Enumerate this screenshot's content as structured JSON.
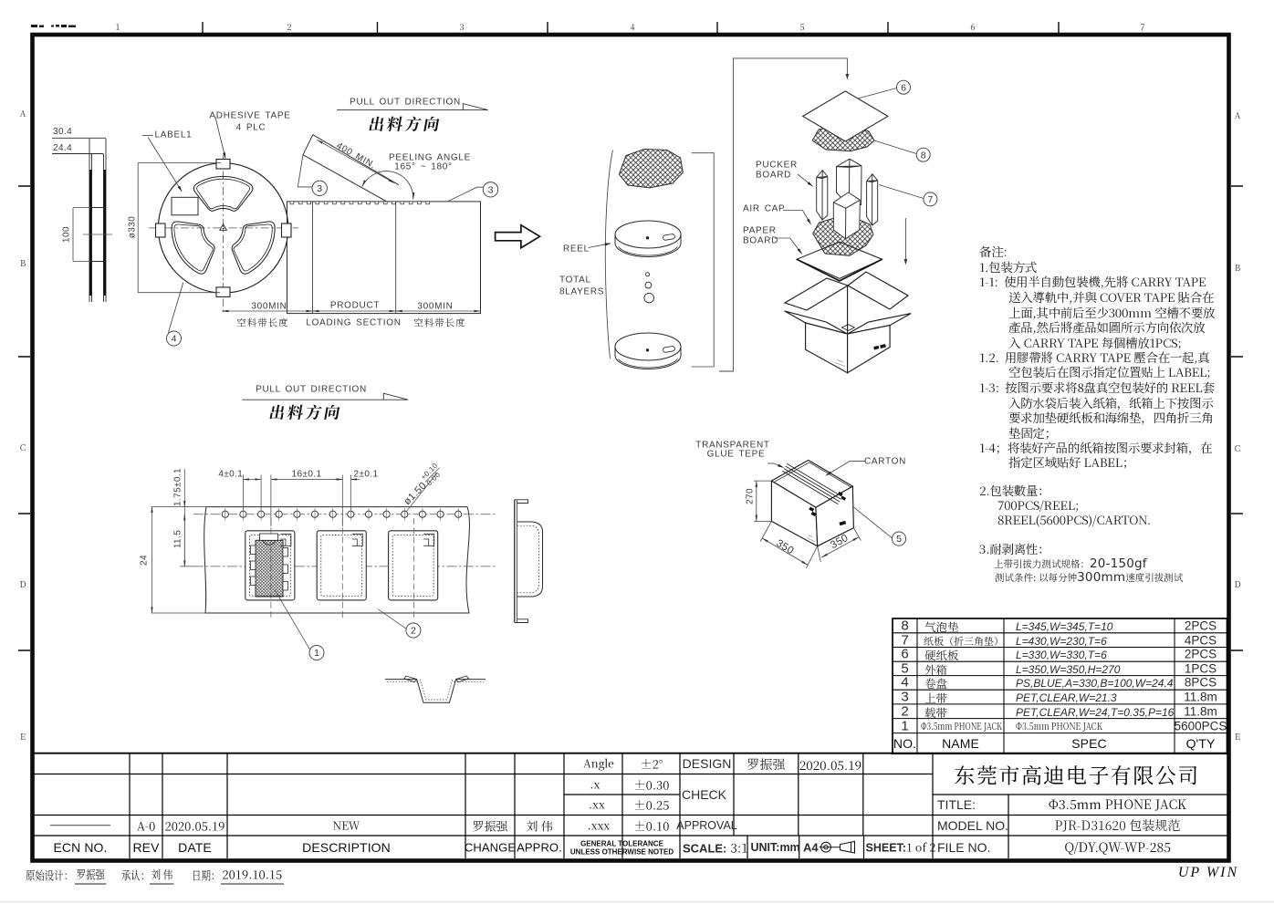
{
  "frame": {
    "zone_cols": [
      "1",
      "2",
      "3",
      "4",
      "5",
      "6",
      "7"
    ],
    "zone_rows": [
      "A",
      "B",
      "C",
      "D",
      "E"
    ],
    "watermark": "UP WIN"
  },
  "reel_side": {
    "dim_outer": "30.4",
    "dim_inner": "24.4",
    "dim_hub": "100"
  },
  "reel_front": {
    "dim_diameter": "ø330",
    "label1": "LABEL1",
    "adhesive1": "ADHESIVE TAPE",
    "adhesive2": "4 PLC",
    "balloon": "4"
  },
  "pull_out_top": {
    "en": "PULL OUT DIRECTION",
    "zh": "出料方向"
  },
  "peel": {
    "length": "400 MIN.",
    "angle1": "PEELING ANGLE",
    "angle2": "165° ~ 180°",
    "balloon_left": "3",
    "balloon_right": "3"
  },
  "tape_sections": {
    "left_len": "300MIN",
    "left_zh": "空料带长度",
    "mid1": "PRODUCT",
    "mid2": "LOADING SECTION",
    "right_len": "300MIN",
    "right_zh": "空料带长度"
  },
  "stack": {
    "reel": "REEL",
    "total1": "TOTAL",
    "total2": "8LAYERS"
  },
  "exploded": {
    "pucker1": "PUCKER",
    "pucker2": "BOARD",
    "aircap": "AIR CAP",
    "paper1": "PAPER",
    "paper2": "BOARD",
    "balloon_board": "6",
    "balloon_pad": "8",
    "balloon_corner": "7"
  },
  "carton": {
    "glue1": "TRANSPARENT",
    "glue2": "GLUE TEPE",
    "label": "CARTON",
    "dim_h": "270",
    "dim_d": "350",
    "dim_w": "350",
    "balloon": "5"
  },
  "notes": {
    "lines": [
      "备注:",
      "1.包装方式",
      "1-1:  使用半自動包裝機,先將 CARRY TAPE",
      "送入導軌中,并與 COVER TAPE 貼合在",
      "上面,其中前后至少300mm 空槽不要放",
      "產品,然后將產品如圖所示方向依次放",
      "入 CARRY TAPE 每個槽放1PCS;",
      "1.2.  用膠帶將 CARRY TAPE 壓合在一起,真",
      "空包装后在图示指定位置贴上 LABEL;",
      "1-3:  按图示要求将8盘真空包装好的 REEL套",
      "入防水袋后装入纸箱，纸箱上下按图示",
      "要求加垫硬纸板和海绵垫，四角折三角",
      "垫固定；",
      "1-4；将装好产品的纸箱按图示要求封箱，在",
      "指定区域贴好 LABEL；",
      "2.包装數量：",
      "700PCS/REEL;",
      "8REEL(5600PCS)/CARTON.",
      "3.耐剥离性："
    ],
    "peel_test": {
      "l1a": "上带引拔力测试规格：",
      "l1b": "20-150gf",
      "l2a": "测试条件: 以每分钟",
      "l2b": "300mm",
      "l2c": "速度引拔测试"
    }
  },
  "carrier": {
    "dim_hole_pitch": "4±0.1",
    "dim_pocket_pitch": "16±0.1",
    "dim_offset": "2±0.1",
    "dim_edge": "1.75±0.1",
    "dim_mid": "11.5",
    "dim_width": "24",
    "dim_hole": "ø1.50",
    "dim_hole_plus": "+0.10",
    "dim_hole_minus": "0.00",
    "balloon_component": "1",
    "balloon_tape": "2"
  },
  "pull_out_bottom": {
    "en": "PULL OUT DIRECTION",
    "zh": "出料方向"
  },
  "parts": {
    "header": {
      "no": "NO.",
      "name": "NAME",
      "spec": "SPEC",
      "qty": "Q'TY"
    },
    "rows": [
      {
        "no": "8",
        "name": "气泡垫",
        "spec": "L=345,W=345,T=10",
        "qty": "2PCS"
      },
      {
        "no": "7",
        "name": "纸板（折三角垫）",
        "spec": "L=430,W=230,T=6",
        "qty": "4PCS"
      },
      {
        "no": "6",
        "name": "硬纸板",
        "spec": "L=330,W=330,T=6",
        "qty": "2PCS"
      },
      {
        "no": "5",
        "name": "外箱",
        "spec": "L=350,W=350,H=270",
        "qty": "1PCS"
      },
      {
        "no": "4",
        "name": "卷盘",
        "spec": "PS,BLUE,A=330,B=100,W=24.4",
        "qty": "8PCS"
      },
      {
        "no": "3",
        "name": "上带",
        "spec": "PET,CLEAR,W=21.3",
        "qty": "11.8m"
      },
      {
        "no": "2",
        "name": "载带",
        "spec": "PET,CLEAR,W=24,T=0.35,P=16",
        "qty": "11.8m"
      },
      {
        "no": "1",
        "name": "Φ3.5mm PHONE JACK",
        "spec": "Φ3.5mm PHONE JACK",
        "qty": "5600PCS"
      }
    ]
  },
  "ecn": {
    "h_ecn": "ECN NO.",
    "h_rev": "REV",
    "h_date": "DATE",
    "h_desc": "DESCRIPTION",
    "h_change": "CHANGE",
    "h_appro": "APPRO.",
    "row": {
      "rev": "A-0",
      "date": "2020.05.19",
      "desc": "NEW",
      "change": "罗振强",
      "appro": "刘 伟"
    }
  },
  "tol": {
    "r0l": "Angle",
    "r0v": "±2°",
    "r1l": ".x",
    "r1v": "±0.30",
    "r2l": ".xx",
    "r2v": "±0.25",
    "r3l": ".xxx",
    "r3v": "±0.10",
    "note1": "GENERAL TOLERANCE",
    "note2": "UNLESS OTHERWISE NOTED"
  },
  "sign": {
    "design": "DESIGN",
    "check": "CHECK",
    "approval": "APPROVAL",
    "designer": "罗振强",
    "date": "2020.05.19"
  },
  "info": {
    "scale_l": "SCALE:",
    "scale_v": "3:1",
    "unit": "UNIT:mm",
    "paper": "A4",
    "sheet_l": "SHEET:",
    "sheet_v": "1 of 2"
  },
  "title_block": {
    "company": "东莞市高迪电子有限公司",
    "title_l": "TITLE:",
    "title_v": "Φ3.5mm PHONE JACK",
    "model_l": "MODEL NO.",
    "model_v": "PJR-D31620 包装规范",
    "file_l": "FILE NO.",
    "file_v": "Q/DY.QW-WP-285"
  },
  "footer": {
    "origin_l": "原始设计：",
    "origin_v": "罗振强",
    "approve_l": "承认：",
    "approve_v": "刘 伟",
    "date_l": "日期：",
    "date_v": "2019.10.15"
  }
}
